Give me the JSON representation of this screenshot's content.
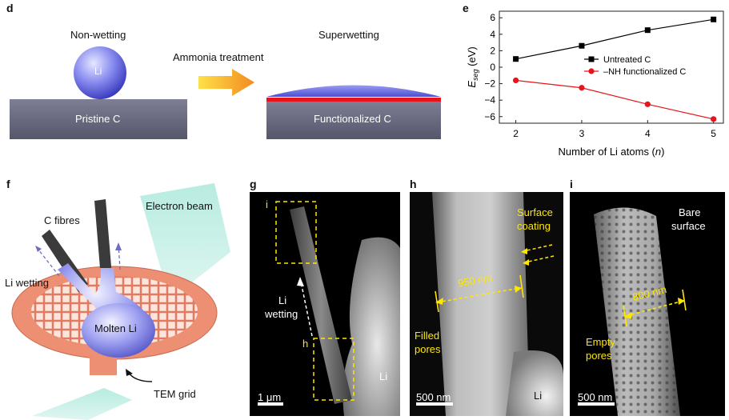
{
  "panels": {
    "d": {
      "letter": "d",
      "left_label": "Non-wetting",
      "right_label": "Superwetting",
      "droplet_label": "Li",
      "arrow_label": "Ammonia treatment",
      "left_block": "Pristine C",
      "right_block": "Functionalized C"
    },
    "e": {
      "letter": "e"
    },
    "f": {
      "letter": "f",
      "c_fibres": "C fibres",
      "electron_beam": "Electron beam",
      "li_wetting": "Li wetting",
      "molten_li": "Molten Li",
      "tem_grid": "TEM grid"
    },
    "g": {
      "letter": "g",
      "box_i": "i",
      "box_h": "h",
      "li_wetting_line1": "Li",
      "li_wetting_line2": "wetting",
      "li": "Li",
      "scale": "1 μm"
    },
    "h": {
      "letter": "h",
      "surface_coating_line1": "Surface",
      "surface_coating_line2": "coating",
      "width": "950 nm",
      "filled_line1": "Filled",
      "filled_line2": "pores",
      "li": "Li",
      "scale": "500 nm"
    },
    "i": {
      "letter": "i",
      "bare_line1": "Bare",
      "bare_line2": "surface",
      "width": "800 nm",
      "empty_line1": "Empty",
      "empty_line2": "pores",
      "scale": "500 nm"
    }
  },
  "chart_data": {
    "type": "line",
    "x": [
      2,
      3,
      4,
      5
    ],
    "xlabel": "Number of Li atoms (n)",
    "ylabel": "E_seg (eV)",
    "xticks": [
      2,
      3,
      4,
      5
    ],
    "yticks": [
      6,
      4,
      2,
      0,
      -2,
      -4,
      -6
    ],
    "xlim": [
      1.75,
      5.15
    ],
    "ylim": [
      -6.8,
      6.8
    ],
    "legend_position": "center-right",
    "series": [
      {
        "name": "Untreated C",
        "values": [
          1.0,
          2.6,
          4.5,
          5.8
        ],
        "color": "#000000",
        "marker": "square"
      },
      {
        "name": "–NH functionalized C",
        "values": [
          -1.6,
          -2.5,
          -4.5,
          -6.3
        ],
        "color": "#e8141b",
        "marker": "circle"
      }
    ]
  }
}
